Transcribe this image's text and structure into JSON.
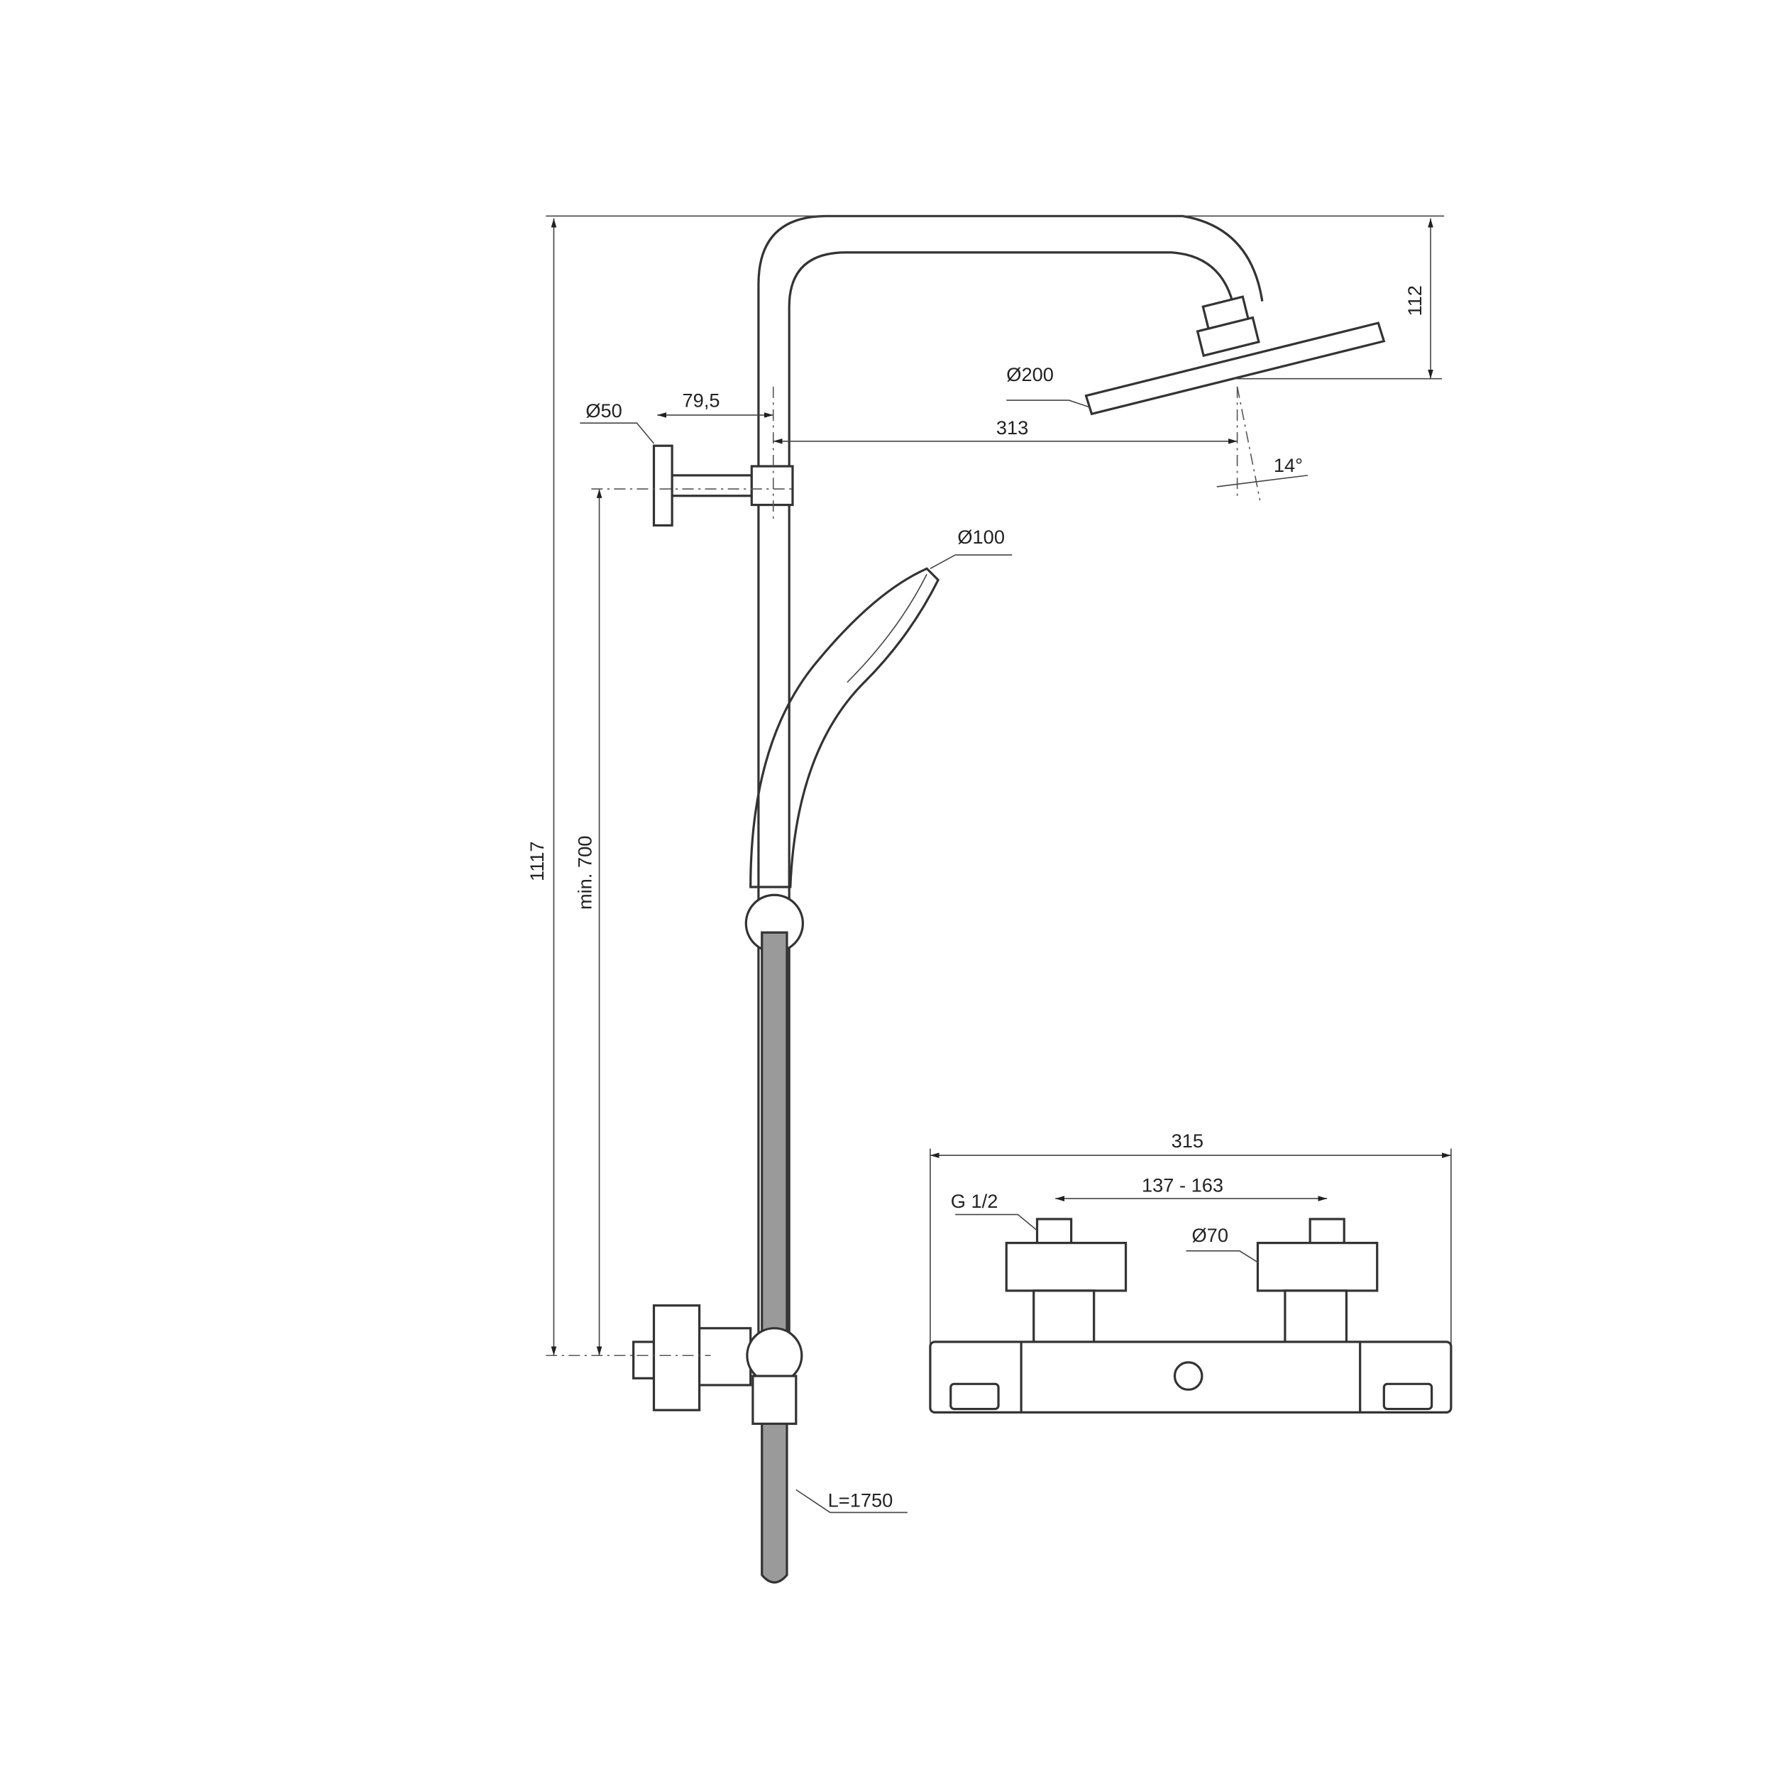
{
  "drawing": {
    "labels": {
      "total_height": "1117",
      "min_height": "min. 700",
      "wall_bracket_dia": "Ø50",
      "bracket_offset": "79,5",
      "head_reach": "313",
      "head_dia": "Ø200",
      "head_drop": "112",
      "head_angle": "14°",
      "hand_shower_dia": "Ø100",
      "hose_length": "L=1750",
      "mixer_width": "315",
      "inlet_centres": "137 - 163",
      "inlet_thread": "G 1/2",
      "escutcheon_dia": "Ø70"
    },
    "colors": {
      "line": "#333333",
      "hose": "#9a9a9a"
    }
  }
}
